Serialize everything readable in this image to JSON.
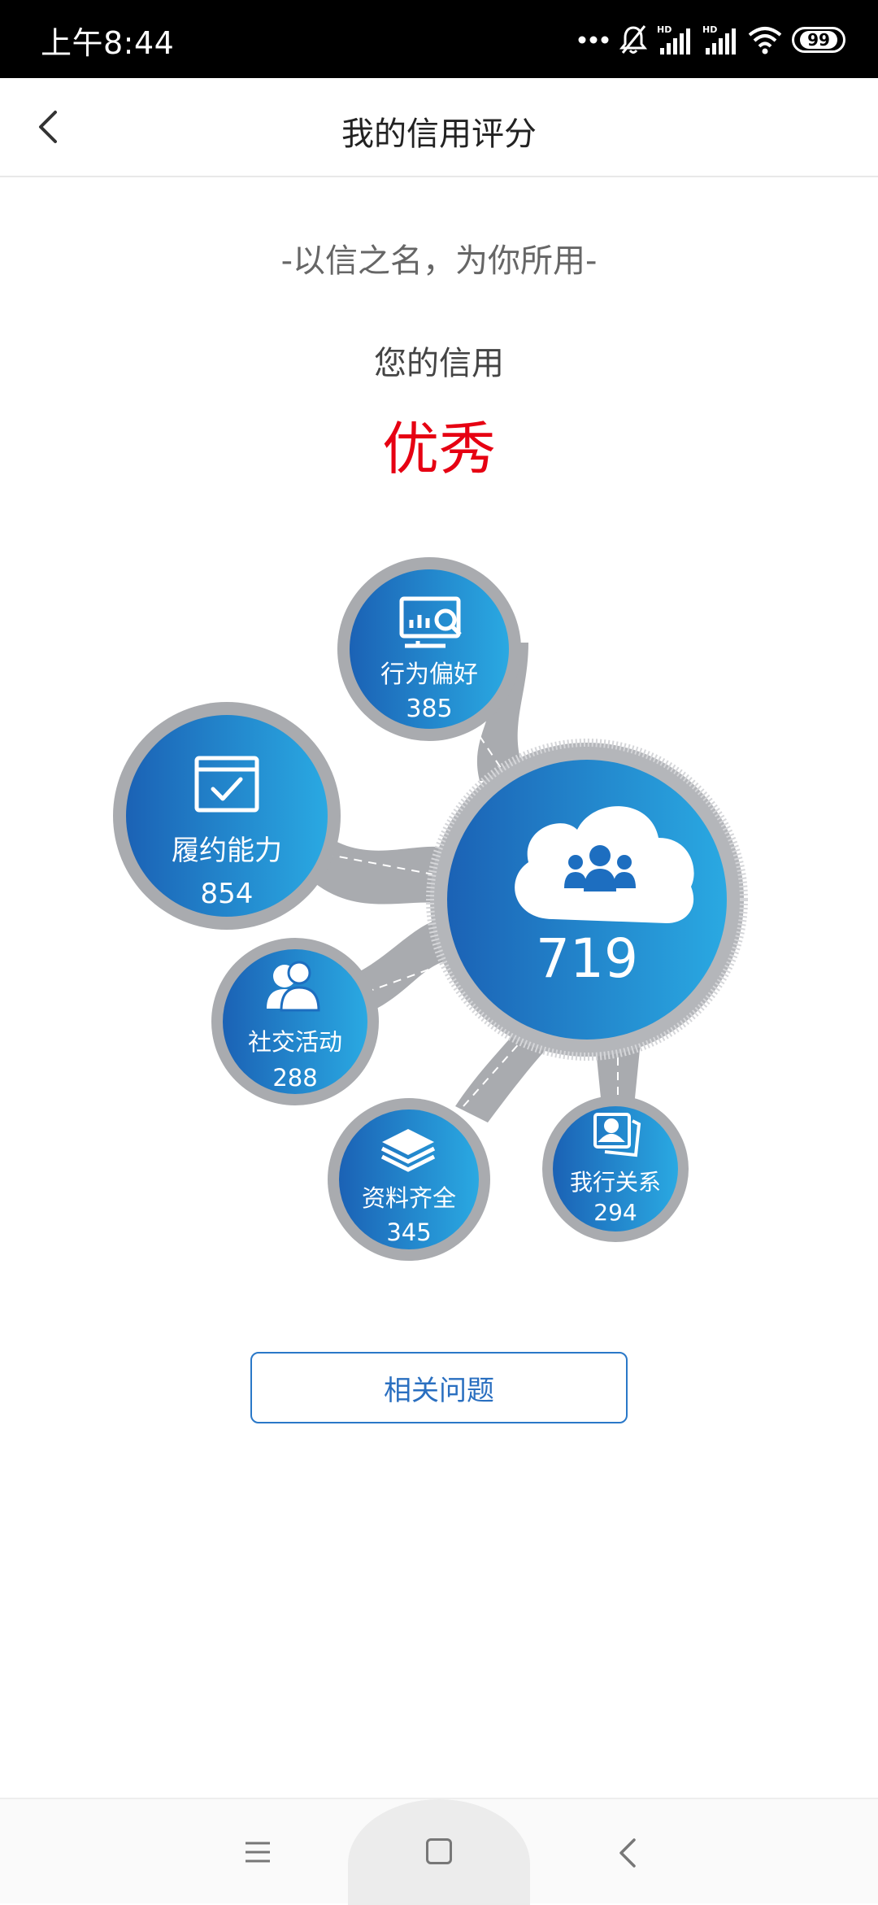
{
  "status_bar": {
    "time": "上午8:44",
    "signal1_label": "HD",
    "signal2_label": "HD",
    "battery": "99"
  },
  "header": {
    "title": "我的信用评分"
  },
  "main": {
    "slogan": "-以信之名，为你所用-",
    "credit_label": "您的信用",
    "credit_grade": "优秀",
    "total_score": "719",
    "nodes": [
      {
        "label": "行为偏好",
        "score": "385",
        "icon": "chart-search-icon"
      },
      {
        "label": "履约能力",
        "score": "854",
        "icon": "browser-check-icon"
      },
      {
        "label": "社交活动",
        "score": "288",
        "icon": "people-icon"
      },
      {
        "label": "资料齐全",
        "score": "345",
        "icon": "layers-icon"
      },
      {
        "label": "我行关系",
        "score": "294",
        "icon": "contact-cards-icon"
      }
    ],
    "related_button": "相关问题"
  },
  "colors": {
    "accent": "#2a78c8",
    "grade": "#e60012",
    "node_blue_dark": "#1a66b8",
    "node_blue_light": "#2aa7e0",
    "ring_gray": "#a7a9ad"
  }
}
